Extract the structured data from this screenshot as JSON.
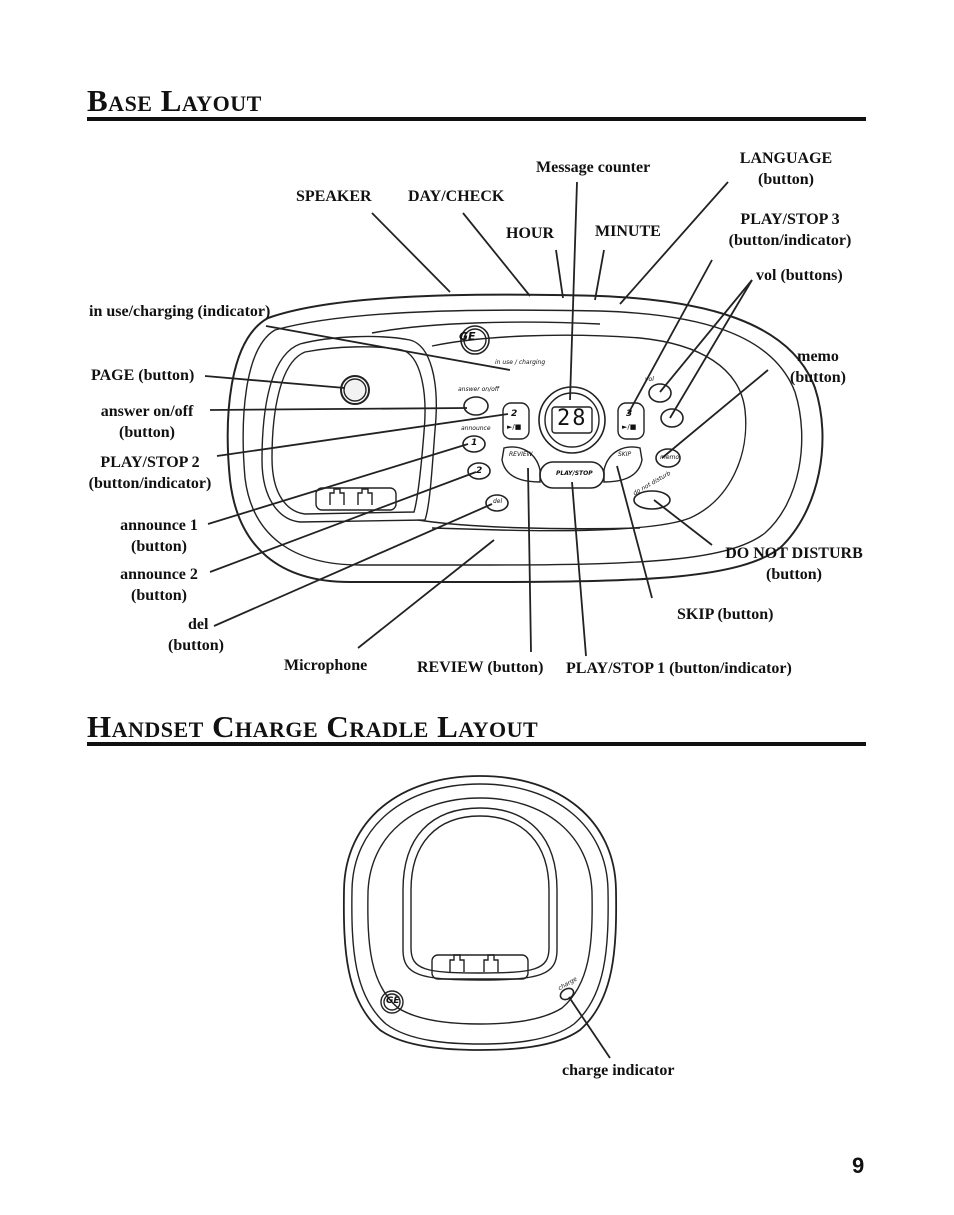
{
  "sections": {
    "base_title": "Base Layout",
    "cradle_title": "Handset Charge Cradle Layout"
  },
  "base_labels": {
    "speaker": "SPEAKER",
    "day_check": "DAY/CHECK",
    "message_counter": "Message counter",
    "hour": "HOUR",
    "minute": "MINUTE",
    "language_1": "LANGUAGE",
    "language_2": "(button)",
    "play_stop3_1": "PLAY/STOP 3",
    "play_stop3_2": "(button/indicator)",
    "vol": "vol (buttons)",
    "in_use": "in use/charging (indicator)",
    "page": "PAGE (button)",
    "answer_1": "answer on/off",
    "answer_2": "(button)",
    "play_stop2_1": "PLAY/STOP 2",
    "play_stop2_2": "(button/indicator)",
    "announce1_1": "announce 1",
    "announce1_2": "(button)",
    "announce2_1": "announce 2",
    "announce2_2": "(button)",
    "del_1": "del",
    "del_2": "(button)",
    "microphone": "Microphone",
    "review": "REVIEW (button)",
    "play_stop1": "PLAY/STOP 1 (button/indicator)",
    "skip": "SKIP (button)",
    "dnd_1": "DO NOT DISTURB",
    "dnd_2": "(button)",
    "memo_1": "memo",
    "memo_2": "(button)"
  },
  "device_text": {
    "in_use_charging": "in use / charging",
    "answer_on_off": "answer on/off",
    "announce": "announce",
    "btn_1": "1",
    "btn_2": "2",
    "btn_3": "3",
    "play_icon": "►/■",
    "review": "REVIEW",
    "play_stop": "PLAY/STOP",
    "skip": "SKIP",
    "del": "del",
    "vol": "vol",
    "memo": "memo",
    "do_not_disturb": "do not disturb",
    "counter_display": "28",
    "ge_logo": "GE",
    "charge": "charge"
  },
  "cradle_labels": {
    "charge_indicator": "charge indicator"
  },
  "page_number": "9"
}
